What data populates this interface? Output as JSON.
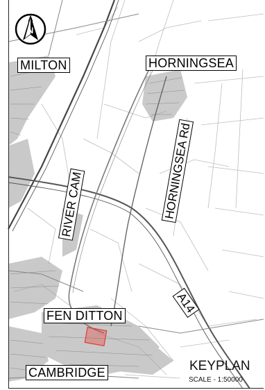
{
  "map": {
    "places": [
      {
        "id": "milton",
        "label": "MILTON"
      },
      {
        "id": "horningsea",
        "label": "HORNINGSEA"
      },
      {
        "id": "fen-ditton",
        "label": "FEN DITTON"
      },
      {
        "id": "cambridge",
        "label": "CAMBRIDGE"
      }
    ],
    "features": [
      {
        "id": "river-cam",
        "label": "RIVER CAM"
      },
      {
        "id": "horningsea-rd",
        "label": "HORNINGSEA Rd"
      },
      {
        "id": "a14",
        "label": "A14"
      }
    ],
    "north_arrow_icon": "north-arrow-icon",
    "site_marker_color": "#e53935"
  },
  "keyplan": {
    "title": "KEYPLAN",
    "scale": "SCALE - 1:50000"
  }
}
